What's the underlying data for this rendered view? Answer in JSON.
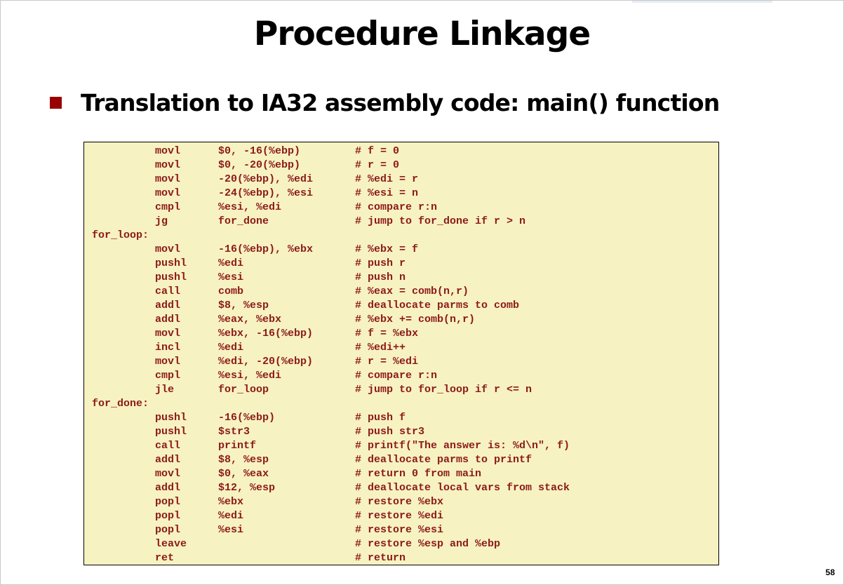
{
  "slide": {
    "title": "Procedure Linkage",
    "bullet": "Translation to IA32 assembly code: main() function",
    "page_number": "58"
  },
  "colors": {
    "bullet": "#990000",
    "code_text": "#8b1a1a",
    "code_background": "#f7f2c1"
  },
  "code": [
    {
      "label": "",
      "op": "movl",
      "args": "$0, -16(%ebp)",
      "comment": "# f = 0"
    },
    {
      "label": "",
      "op": "movl",
      "args": "$0, -20(%ebp)",
      "comment": "# r = 0"
    },
    {
      "label": "",
      "op": "movl",
      "args": "-20(%ebp), %edi",
      "comment": "# %edi = r"
    },
    {
      "label": "",
      "op": "movl",
      "args": "-24(%ebp), %esi",
      "comment": "# %esi = n"
    },
    {
      "label": "",
      "op": "cmpl",
      "args": "%esi, %edi",
      "comment": "# compare r:n"
    },
    {
      "label": "",
      "op": "jg",
      "args": "for_done",
      "comment": "# jump to for_done if r > n"
    },
    {
      "label": "for_loop:",
      "op": "",
      "args": "",
      "comment": ""
    },
    {
      "label": "",
      "op": "movl",
      "args": "-16(%ebp), %ebx",
      "comment": "# %ebx = f"
    },
    {
      "label": "",
      "op": "pushl",
      "args": "%edi",
      "comment": "# push r"
    },
    {
      "label": "",
      "op": "pushl",
      "args": "%esi",
      "comment": "# push n"
    },
    {
      "label": "",
      "op": "call",
      "args": "comb",
      "comment": "# %eax = comb(n,r)"
    },
    {
      "label": "",
      "op": "addl",
      "args": "$8, %esp",
      "comment": "# deallocate parms to comb"
    },
    {
      "label": "",
      "op": "addl",
      "args": "%eax, %ebx",
      "comment": "# %ebx += comb(n,r)"
    },
    {
      "label": "",
      "op": "movl",
      "args": "%ebx, -16(%ebp)",
      "comment": "# f = %ebx"
    },
    {
      "label": "",
      "op": "incl",
      "args": "%edi",
      "comment": "# %edi++"
    },
    {
      "label": "",
      "op": "movl",
      "args": "%edi, -20(%ebp)",
      "comment": "# r = %edi"
    },
    {
      "label": "",
      "op": "cmpl",
      "args": "%esi, %edi",
      "comment": "# compare r:n"
    },
    {
      "label": "",
      "op": "jle",
      "args": "for_loop",
      "comment": "# jump to for_loop if r <= n"
    },
    {
      "label": "for_done:",
      "op": "",
      "args": "",
      "comment": ""
    },
    {
      "label": "",
      "op": "pushl",
      "args": "-16(%ebp)",
      "comment": "# push f"
    },
    {
      "label": "",
      "op": "pushl",
      "args": "$str3",
      "comment": "# push str3"
    },
    {
      "label": "",
      "op": "call",
      "args": "printf",
      "comment": "# printf(\"The answer is: %d\\n\", f)"
    },
    {
      "label": "",
      "op": "addl",
      "args": "$8, %esp",
      "comment": "# deallocate parms to printf"
    },
    {
      "label": "",
      "op": "movl",
      "args": "$0, %eax",
      "comment": "# return 0 from main"
    },
    {
      "label": "",
      "op": "addl",
      "args": "$12, %esp",
      "comment": "# deallocate local vars from stack"
    },
    {
      "label": "",
      "op": "popl",
      "args": "%ebx",
      "comment": "# restore %ebx"
    },
    {
      "label": "",
      "op": "popl",
      "args": "%edi",
      "comment": "# restore %edi"
    },
    {
      "label": "",
      "op": "popl",
      "args": "%esi",
      "comment": "# restore %esi"
    },
    {
      "label": "",
      "op": "leave",
      "args": "",
      "comment": "# restore %esp and %ebp"
    },
    {
      "label": "",
      "op": "ret",
      "args": "",
      "comment": "# return"
    }
  ]
}
